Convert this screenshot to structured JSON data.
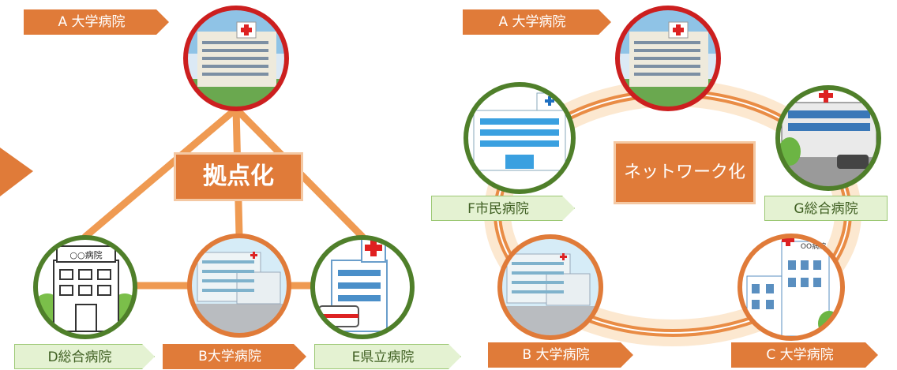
{
  "left_panel": {
    "hub_label": "拠点化",
    "labels": {
      "a": "A 大学病院",
      "d": "D総合病院",
      "b": "B大学病院",
      "e": "E県立病院"
    },
    "hospital_sign": "○○病院"
  },
  "right_panel": {
    "network_label": "ネットワーク化",
    "labels": {
      "a": "A 大学病院",
      "f": "F市民病院",
      "g": "G総合病院",
      "b": "B 大学病院",
      "c": "C 大学病院"
    },
    "hospital_sign": "OO病院"
  },
  "colors": {
    "accent_orange": "#e07b39",
    "hub_red": "#cc1f1f",
    "ring_green": "#4f7f2a",
    "label_green_bg": "#e4f2d2"
  }
}
